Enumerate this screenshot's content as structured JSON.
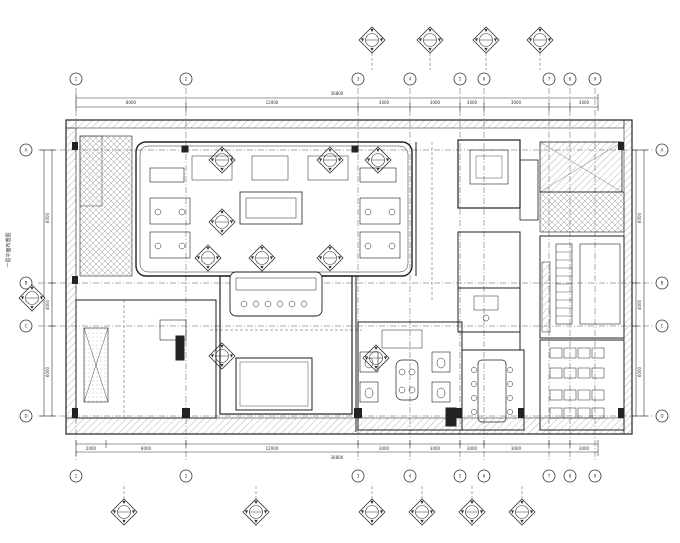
{
  "drawing": {
    "side_title": "一层平面布置图",
    "grid_top": [
      "1",
      "2",
      "3",
      "4",
      "5",
      "6",
      "7",
      "8",
      "9"
    ],
    "grid_bottom": [
      "1",
      "2",
      "3",
      "4",
      "5",
      "6",
      "7",
      "8",
      "9"
    ],
    "grid_left": [
      "A",
      "B",
      "C",
      "D"
    ],
    "grid_right": [
      "A",
      "B",
      "C",
      "D"
    ],
    "dims_top": [
      "8000",
      "12000",
      "3000",
      "3000",
      "3000",
      "3000",
      "3000"
    ],
    "dims_top_total": "36800",
    "dims_bottom": [
      "2000",
      "8000",
      "12000",
      "3000",
      "3000",
      "3000",
      "3000",
      "3000"
    ],
    "dims_bottom_total": "36800",
    "dims_left": [
      "6000",
      "4000",
      "6000"
    ],
    "dims_right": [
      "6000",
      "4000",
      "6000"
    ]
  }
}
